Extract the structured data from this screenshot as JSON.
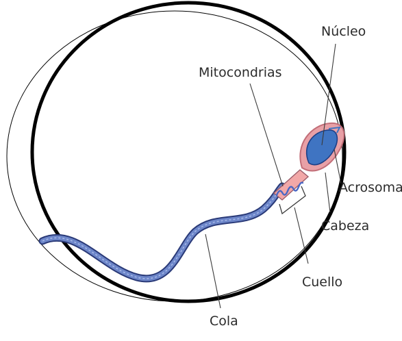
{
  "diagram": {
    "labels": {
      "nucleus": "Núcleo",
      "mitochondria": "Mitocondrias",
      "acrosome": "Acrosoma",
      "head": "Cabeza",
      "neck": "Cuello",
      "tail": "Cola"
    },
    "colors": {
      "tail_outer": "#2a3a78",
      "tail_fill": "#6d86c9",
      "tail_highlight": "#a9bbe8",
      "head_membrane": "#e8a0a6",
      "head_membrane_outline": "#c26e78",
      "nucleus": "#3f74c2",
      "nucleus_outline": "#1d3f86",
      "midpiece": "#f2a8a8",
      "mitochondria_strand": "#4a68c4",
      "frame": "#000000",
      "leader": "#3a3a3a"
    }
  }
}
